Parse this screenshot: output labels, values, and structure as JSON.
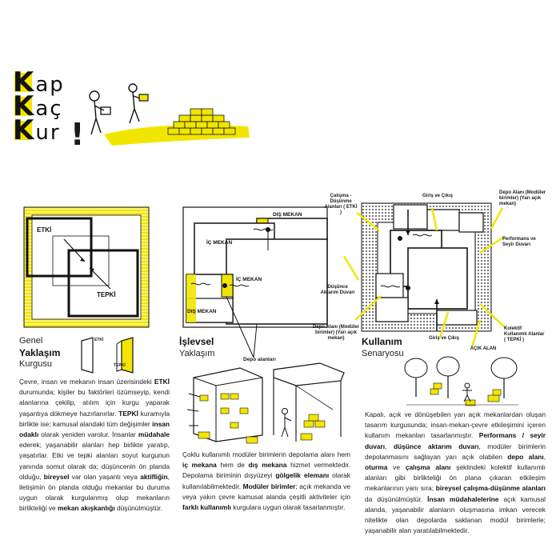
{
  "title": {
    "line1": {
      "initial": "K",
      "rest": "ap"
    },
    "line2": {
      "initial": "K",
      "rest": "aç"
    },
    "line3": {
      "initial": "K",
      "rest": "ur"
    },
    "bang": "!"
  },
  "diagram1": {
    "etki": "ETKİ",
    "tepki": "TEPKİ",
    "title_light_1": "Genel",
    "title_bold": "Yaklaşım",
    "title_light_2": "Kurgusu",
    "mini_etki": "ETKİ",
    "mini_tepki": "TEPKİ"
  },
  "diagram2": {
    "dis_mekan_top": "DIŞ MEKAN",
    "ic_mekan_top": "İÇ MEKAN",
    "ic_mekan_mid": "İÇ MEKAN",
    "dis_mekan_bottom": "DIŞ MEKAN",
    "title_bold": "İşlevsel",
    "title_light": "Yaklaşım",
    "depo_alanlari": "Depo alanları"
  },
  "diagram3": {
    "calisma": "Çalışma - Düşünme Alanları ( ETKİ )",
    "giris_cikis_top": "Giriş ve Çıkış",
    "depo_alani_top": "Depo Alanı (Modüler birimler) (Yarı açık mekan)",
    "performans": "Performans ve Seyir Duvarı",
    "dusunce": "Düşünce Aktarım Duvarı",
    "depo_alani_bottom": "Depo Alanı (Modüler birimler) (Yarı açık mekan)",
    "giris_cikis_bottom": "Giriş ve Çıkış",
    "acik_alan": "AÇIK ALAN",
    "kolektif": "Kolektif Kullanımlı Alanlar ( TEPKİ )",
    "title_bold": "Kullanım",
    "title_light": "Senaryosu"
  },
  "text_col1": [
    {
      "t": "Çevre, insan ve mekanın insan üzerisindeki "
    },
    {
      "t": "ETKİ",
      "b": true
    },
    {
      "t": " durumunda; kişiler bu faktörleri özümseyip, kendi alanlarına çekilip, atılım için kurgu yaparak yaşantıya dökmeye hazırlanırlar. "
    },
    {
      "t": "TEPKİ",
      "b": true
    },
    {
      "t": " kuramıyla birlikte ise; kamusal alandaki tüm değişimler "
    },
    {
      "t": "insan odaklı",
      "b": true
    },
    {
      "t": " olarak yeniden varolur. İnsanlar "
    },
    {
      "t": "müdahale",
      "b": true
    },
    {
      "t": " ederek; yaşanabilir alanları hep birlikte yaratıp, yaşatırlar. Etki ve tepki alanları soyut kurgunun yanında somut olarak da; düşüncenin ön planda olduğu, "
    },
    {
      "t": "bireysel",
      "b": true
    },
    {
      "t": " var olan yaşantı veya "
    },
    {
      "t": "aktifliğin",
      "b": true
    },
    {
      "t": ", iletişimin ön planda olduğu mekanlar bu duruma uygun olarak kurgulanmış olup mekanların birlikteliği ve "
    },
    {
      "t": "mekan akışkanlığı",
      "b": true
    },
    {
      "t": " düşünülmüştür."
    }
  ],
  "text_col2": [
    {
      "t": "Çoklu kullanımlı modüler birimlerin depolama alanı hem "
    },
    {
      "t": "iç mekana",
      "b": true
    },
    {
      "t": " hem de "
    },
    {
      "t": "dış mekana",
      "b": true
    },
    {
      "t": " hizmet vermektedir. Depolama biriminin dışyüzeyi "
    },
    {
      "t": "gölgelik elemanı",
      "b": true
    },
    {
      "t": " olarak kullanılabilmektedir. "
    },
    {
      "t": "Modüler birimler",
      "b": true
    },
    {
      "t": "; açık mekanda ve veya yakın çevre kamusal alanda çeşitli aktiviteler için "
    },
    {
      "t": "farklı kullanımlı",
      "b": true
    },
    {
      "t": " kurgulara uygun olarak tasarlanmıştır."
    }
  ],
  "text_col3": [
    {
      "t": "Kapalı, açık ve dönüşebilen yarı açık mekanlardan oluşan tasarım kurgusunda; insan-mekan-çevre etkileşimini içeren kullanım mekanları tasarlanmıştır. "
    },
    {
      "t": "Performans / seyir duvarı",
      "b": true
    },
    {
      "t": ", "
    },
    {
      "t": "düşünce aktarım duvarı",
      "b": true
    },
    {
      "t": ", modüler birimlerin depolanmasını sağlayan yarı açık olabilen "
    },
    {
      "t": "depo alanı",
      "b": true
    },
    {
      "t": ", "
    },
    {
      "t": "oturma",
      "b": true
    },
    {
      "t": " ve "
    },
    {
      "t": "çalışma alanı",
      "b": true
    },
    {
      "t": " şeklindeki kolektif kullanımlı alanları gibi birlikteliği ön plana çıkaran etkileşim mekanlarının yanı sıra; "
    },
    {
      "t": "bireysel çalışma-düşünme alanları",
      "b": true
    },
    {
      "t": " da düşünülmüştür. "
    },
    {
      "t": "İnsan müdahalelerine",
      "b": true
    },
    {
      "t": " açık kamusal alanda, yaşanabilir alanların oluşmasına imkan verecek nitelikte olan depolarda saklanan modül birimlerle; yaşanabilir alan yaratılabilmektedir."
    }
  ],
  "colors": {
    "accent": "#f2e600",
    "ink": "#1a1a1a"
  }
}
